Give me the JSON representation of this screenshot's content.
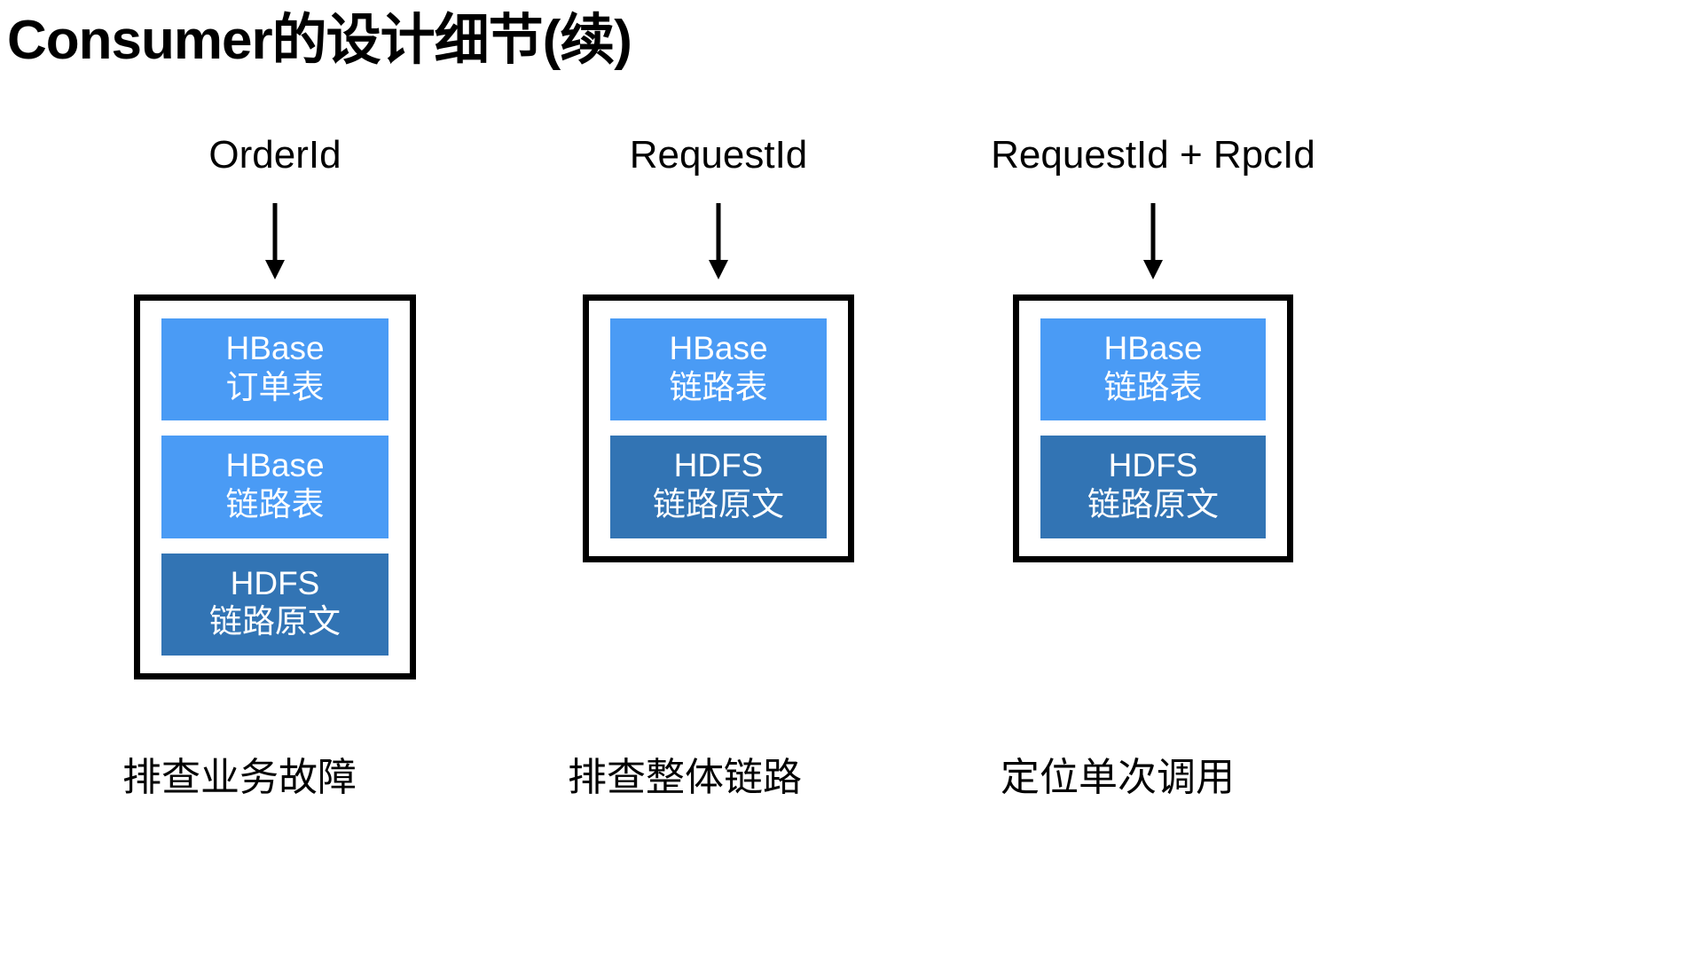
{
  "slide": {
    "title": "Consumer的设计细节(续)",
    "background_color": "#ffffff",
    "title_color": "#000000"
  },
  "palette": {
    "hbase_blue": "#4a9bf5",
    "hdfs_blue": "#3274b4",
    "frame_border": "#000000",
    "arrow": "#000000",
    "text_on_box": "#ffffff"
  },
  "columns": [
    {
      "header": "OrderId",
      "arrow_icon": "down-arrow-icon",
      "caption": "排查业务故障",
      "boxes": [
        {
          "name": "HBase",
          "desc": "订单表",
          "color": "#4a9bf5"
        },
        {
          "name": "HBase",
          "desc": "链路表",
          "color": "#4a9bf5"
        },
        {
          "name": "HDFS",
          "desc": "链路原文",
          "color": "#3274b4"
        }
      ]
    },
    {
      "header": "RequestId",
      "arrow_icon": "down-arrow-icon",
      "caption": "排查整体链路",
      "boxes": [
        {
          "name": "HBase",
          "desc": "链路表",
          "color": "#4a9bf5"
        },
        {
          "name": "HDFS",
          "desc": "链路原文",
          "color": "#3274b4"
        }
      ]
    },
    {
      "header": "RequestId + RpcId",
      "arrow_icon": "down-arrow-icon",
      "caption": "定位单次调用",
      "boxes": [
        {
          "name": "HBase",
          "desc": "链路表",
          "color": "#4a9bf5"
        },
        {
          "name": "HDFS",
          "desc": "链路原文",
          "color": "#3274b4"
        }
      ]
    }
  ]
}
